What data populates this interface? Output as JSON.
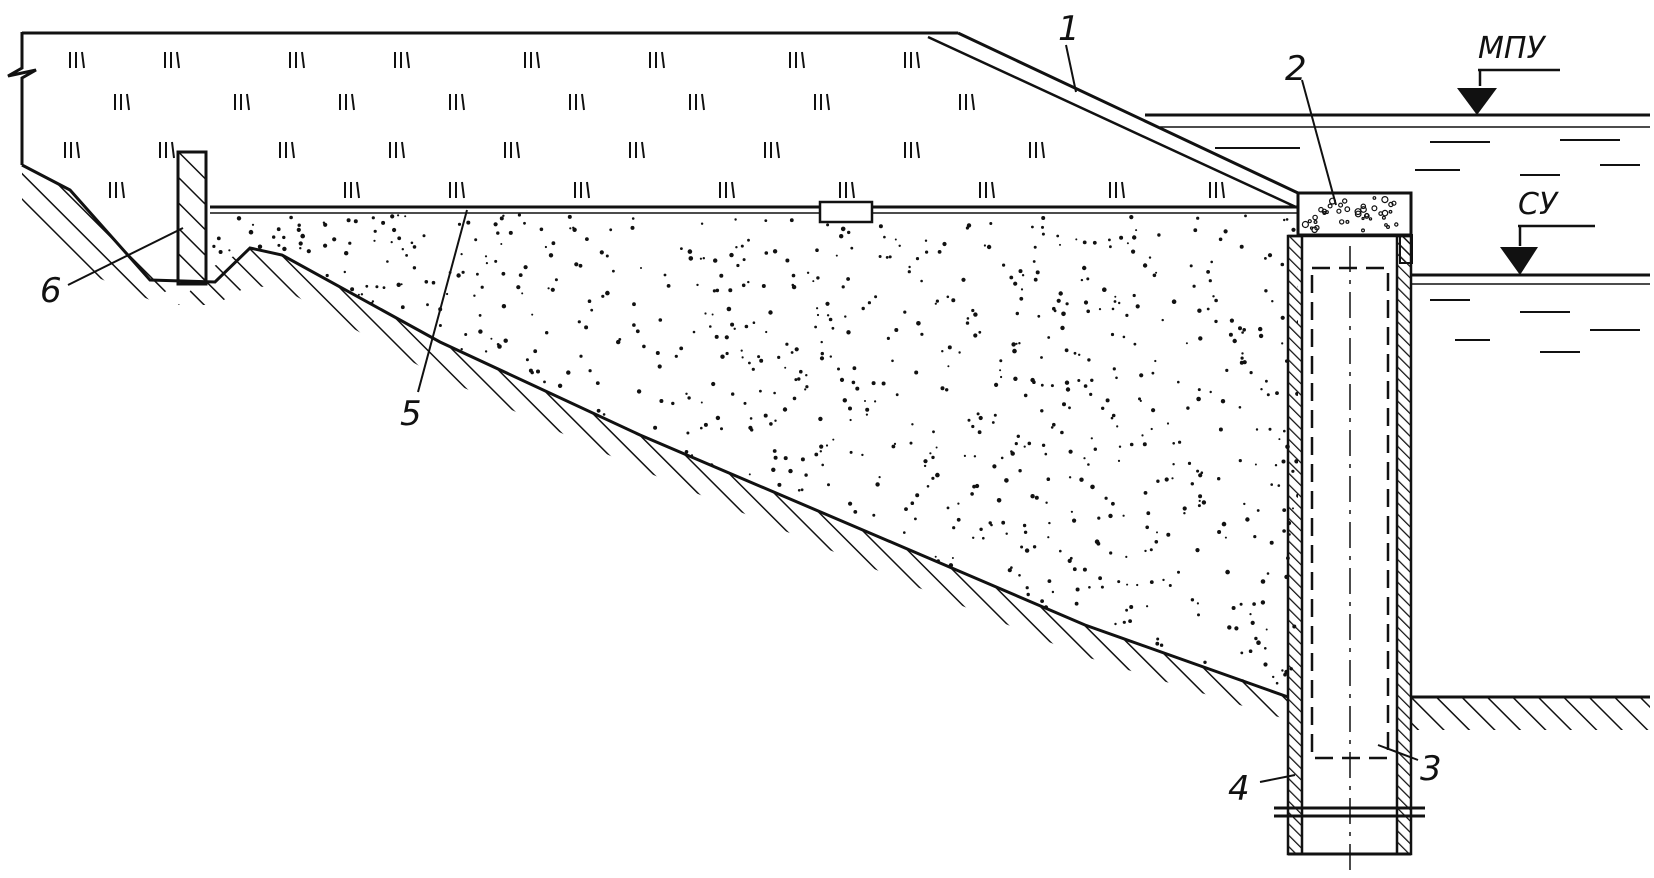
{
  "labels": {
    "l1": "1",
    "l2": "2",
    "l3": "3",
    "l4": "4",
    "l5": "5",
    "l6": "6",
    "mpu": "МПУ",
    "su": "СУ"
  },
  "colors": {
    "ink": "#111111",
    "paper": "#ffffff"
  }
}
